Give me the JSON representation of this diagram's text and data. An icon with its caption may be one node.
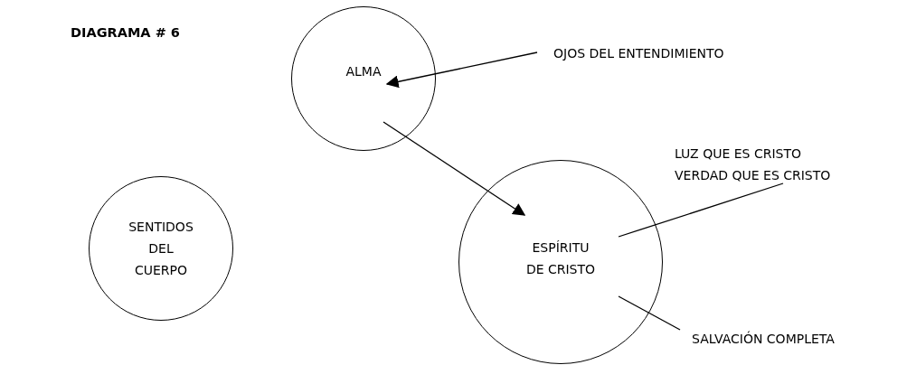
{
  "diagram": {
    "title": "DIAGRAMA # 6",
    "nodes": [
      {
        "text": [
          "ALMA"
        ]
      },
      {
        "text": [
          "OJOS DEL ENTENDIMIENTO"
        ]
      },
      {
        "text": [
          "SENTIDOS DEL CUERPO"
        ]
      },
      {
        "text": [
          "ESPÍRITU DE CRISTO"
        ]
      },
      {
        "text": [
          "LUZ QUE ES CRISTO",
          "VERDAD QUE ES CRISTO"
        ]
      },
      {
        "text": [
          "SALVACIÓN COMPLETA"
        ]
      }
    ],
    "edges": [
      {
        "from": 1,
        "to": 0,
        "arrow": "to"
      },
      {
        "from": 0,
        "to": 3,
        "arrow": "to"
      },
      {
        "from": 4,
        "to": 3,
        "arrow": "none"
      },
      {
        "from": 5,
        "to": 3,
        "arrow": "none"
      }
    ]
  }
}
